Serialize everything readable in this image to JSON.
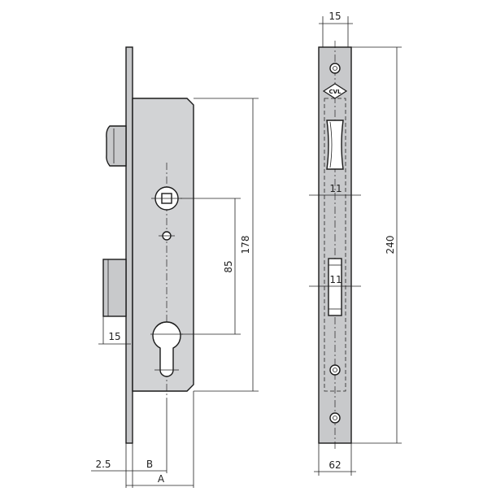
{
  "diagram": {
    "dims": {
      "top_width": "15",
      "height_total": "240",
      "height_case": "178",
      "center_distance": "85",
      "bolt_offset": "15",
      "backset_offset": "2.5",
      "dim_b": "B",
      "dim_a": "A",
      "front_width": "62",
      "slot_upper": "11",
      "slot_lower": "11"
    },
    "logo_text": "CVL",
    "colors": {
      "case_fill": "#d2d3d5",
      "faceplate_fill": "#c8c9cb",
      "line": "#1a1a1a"
    }
  }
}
